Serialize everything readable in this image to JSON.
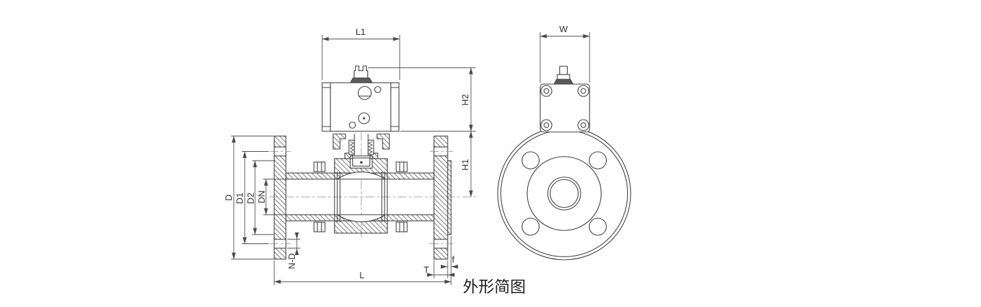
{
  "caption": "外形简图",
  "ink_color": "#3f3f3f",
  "dims": {
    "L1": "L1",
    "W": "W",
    "H2": "H2",
    "H1": "H1",
    "D": "D",
    "D1": "D1",
    "D2": "D2",
    "DN": "DN",
    "ND": "N-D",
    "L": "L",
    "T": "T",
    "f": "f"
  }
}
